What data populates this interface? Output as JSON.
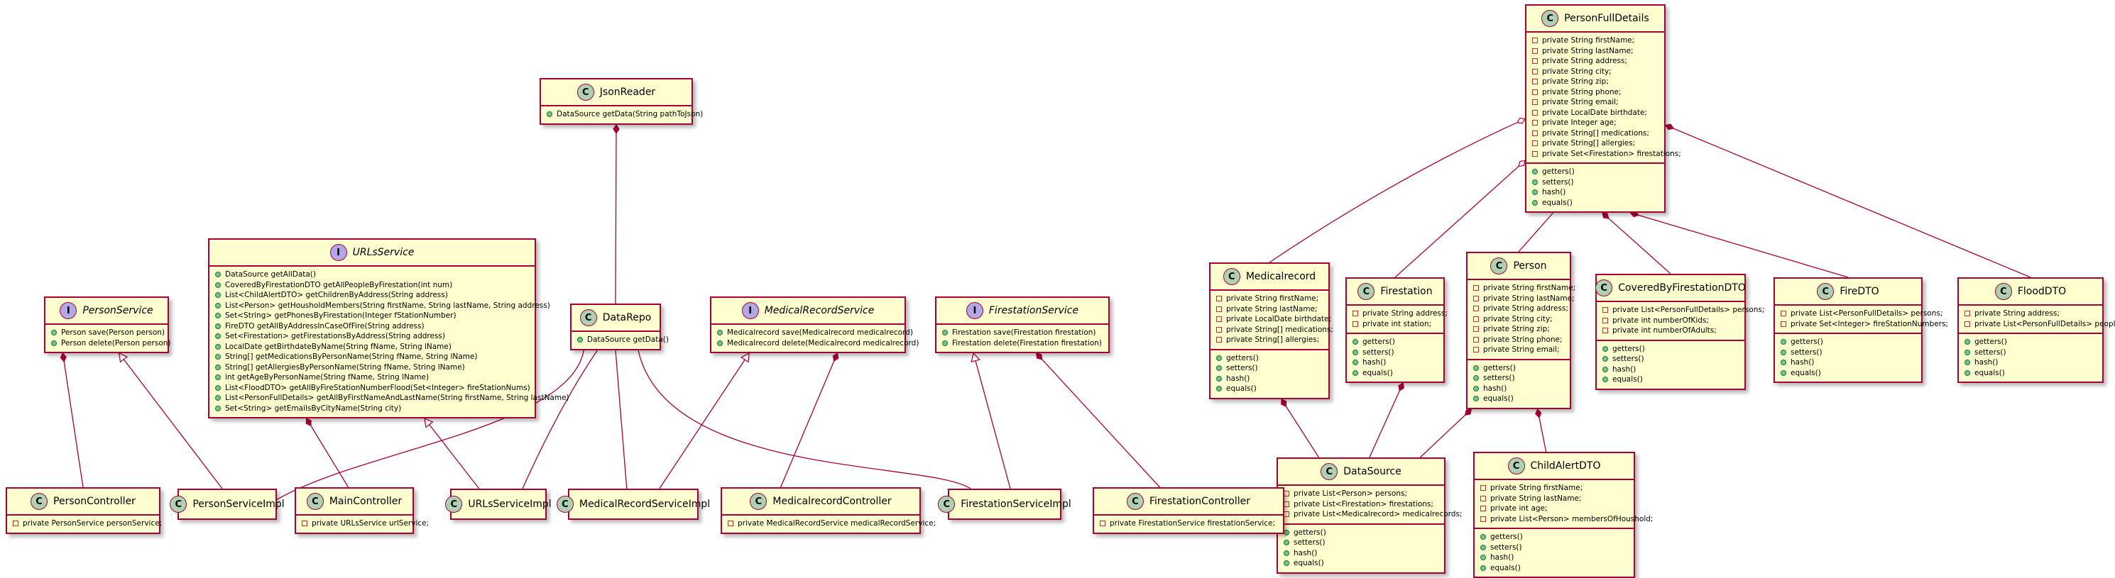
{
  "colors": {
    "border": "#a80036",
    "fill": "#fefece",
    "class_badge": "#add1b2",
    "interface_badge": "#b4a7e5",
    "private_marker": "#c82930",
    "public_marker": "#84be84"
  },
  "classes": {
    "personFullDetails": {
      "name": "PersonFullDetails",
      "kind": "C",
      "fields": [
        "private String firstName;",
        "private String lastName;",
        "private String address;",
        "private String city;",
        "private String zip;",
        "private String phone;",
        "private String email;",
        "private LocalDate birthdate;",
        "private Integer age;",
        "private String[] medications;",
        "private String[] allergies;",
        "private Set<Firestation> firestations;"
      ],
      "methods": [
        "getters()",
        "setters()",
        "hash()",
        "equals()"
      ]
    },
    "jsonReader": {
      "name": "JsonReader",
      "kind": "C",
      "fields": [],
      "methods": [
        "DataSource getData(String pathToJson)"
      ]
    },
    "urlsService": {
      "name": "URLsService",
      "kind": "I",
      "fields": [],
      "methods": [
        "DataSource getAllData()",
        "CoveredByFirestationDTO getAllPeopleByFirestation(int num)",
        "List<ChildAlertDTO> getChildrenByAddress(String address)",
        "List<Person> getHousholdMembers(String firstName, String lastName, String address)",
        "Set<String> getPhonesByFirestation(Integer fStationNumber)",
        "FireDTO getAllByAddressInCaseOfFire(String address)",
        "Set<Firestation> getFirestationsByAddress(String address)",
        "LocalDate getBirthdateByName(String fName, String lName)",
        "String[] getMedicationsByPersonName(String fName, String lName)",
        "String[] getAllergiesByPersonName(String fName, String lName)",
        "int getAgeByPersonName(String fName, String lName)",
        "List<FloodDTO> getAllByFireStationNumberFlood(Set<Integer> fireStationNums)",
        "List<PersonFullDetails> getAllByFirstNameAndLastName(String firstName, String lastName)",
        "Set<String> getEmailsByCityName(String city)"
      ]
    },
    "personService": {
      "name": "PersonService",
      "kind": "I",
      "fields": [],
      "methods": [
        "Person save(Person person)",
        "Person delete(Person person)"
      ]
    },
    "dataRepo": {
      "name": "DataRepo",
      "kind": "C",
      "fields": [],
      "methods": [
        "DataSource getData()"
      ]
    },
    "medicalRecordService": {
      "name": "MedicalRecordService",
      "kind": "I",
      "fields": [],
      "methods": [
        "Medicalrecord save(Medicalrecord medicalrecord)",
        "Medicalrecord delete(Medicalrecord medicalrecord)"
      ]
    },
    "firestationService": {
      "name": "FirestationService",
      "kind": "I",
      "fields": [],
      "methods": [
        "Firestation save(Firestation firestation)",
        "Firestation delete(Firestation firestation)"
      ]
    },
    "medicalrecord": {
      "name": "Medicalrecord",
      "kind": "C",
      "fields": [
        "private String firstName;",
        "private String lastName;",
        "private LocalDate birthdate;",
        "private String[] medications;",
        "private String[] allergies;"
      ],
      "methods": [
        "getters()",
        "setters()",
        "hash()",
        "equals()"
      ]
    },
    "firestation": {
      "name": "Firestation",
      "kind": "C",
      "fields": [
        "private String address;",
        "private int station;"
      ],
      "methods": [
        "getters()",
        "setters()",
        "hash()",
        "equals()"
      ]
    },
    "person": {
      "name": "Person",
      "kind": "C",
      "fields": [
        "private String firstName;",
        "private String lastName;",
        "private String address;",
        "private String city;",
        "private String zip;",
        "private String phone;",
        "private String email;"
      ],
      "methods": [
        "getters()",
        "setters()",
        "hash()",
        "equals()"
      ]
    },
    "coveredByFirestationDTO": {
      "name": "CoveredByFirestationDTO",
      "kind": "C",
      "fields": [
        "private List<PersonFullDetails> persons;",
        "private int numberOfKids;",
        "private int numberOfAdults;"
      ],
      "methods": [
        "getters()",
        "setters()",
        "hash()",
        "equals()"
      ]
    },
    "fireDTO": {
      "name": "FireDTO",
      "kind": "C",
      "fields": [
        "private List<PersonFullDetails> persons;",
        "private Set<Integer> fireStationNumbers;"
      ],
      "methods": [
        "getters()",
        "setters()",
        "hash()",
        "equals()"
      ]
    },
    "floodDTO": {
      "name": "FloodDTO",
      "kind": "C",
      "fields": [
        "private String address;",
        "private List<PersonFullDetails> people;"
      ],
      "methods": [
        "getters()",
        "setters()",
        "hash()",
        "equals()"
      ]
    },
    "dataSource": {
      "name": "DataSource",
      "kind": "C",
      "fields": [
        "private List<Person> persons;",
        "private List<Firestation> firestations;",
        "private List<Medicalrecord> medicalrecords;"
      ],
      "methods": [
        "getters()",
        "setters()",
        "hash()",
        "equals()"
      ]
    },
    "childAlertDTO": {
      "name": "ChildAlertDTO",
      "kind": "C",
      "fields": [
        "private String firstName;",
        "private String lastName;",
        "private int age;",
        "private List<Person> membersOfHoushold;"
      ],
      "methods": [
        "getters()",
        "setters()",
        "hash()",
        "equals()"
      ]
    },
    "personController": {
      "name": "PersonController",
      "kind": "C",
      "fields": [
        "private PersonService personService;"
      ],
      "methods": []
    },
    "personServiceImpl": {
      "name": "PersonServiceImpl",
      "kind": "C",
      "fields": [],
      "methods": []
    },
    "mainController": {
      "name": "MainController",
      "kind": "C",
      "fields": [
        "private URLsService urlService;"
      ],
      "methods": []
    },
    "urlsServiceImpl": {
      "name": "URLsServiceImpl",
      "kind": "C",
      "fields": [],
      "methods": []
    },
    "medicalRecordServiceImpl": {
      "name": "MedicalRecordServiceImpl",
      "kind": "C",
      "fields": [],
      "methods": []
    },
    "medicalrecordController": {
      "name": "MedicalrecordController",
      "kind": "C",
      "fields": [
        "private MedicalRecordService medicalRecordService;"
      ],
      "methods": []
    },
    "firestationServiceImpl": {
      "name": "FirestationServiceImpl",
      "kind": "C",
      "fields": [],
      "methods": []
    },
    "firestationController": {
      "name": "FirestationController",
      "kind": "C",
      "fields": [
        "private FirestationService firestationService;"
      ],
      "methods": []
    }
  },
  "relations": [
    {
      "from": "personFullDetails",
      "to": "medicalrecord",
      "type": "aggregation"
    },
    {
      "from": "personFullDetails",
      "to": "firestation",
      "type": "aggregation"
    },
    {
      "from": "personFullDetails",
      "to": "person",
      "type": "association"
    },
    {
      "from": "personFullDetails",
      "to": "coveredByFirestationDTO",
      "type": "composition"
    },
    {
      "from": "personFullDetails",
      "to": "fireDTO",
      "type": "composition"
    },
    {
      "from": "personFullDetails",
      "to": "floodDTO",
      "type": "composition"
    },
    {
      "from": "jsonReader",
      "to": "dataRepo",
      "type": "composition"
    },
    {
      "from": "personService",
      "to": "personController",
      "type": "composition"
    },
    {
      "from": "personService",
      "to": "personServiceImpl",
      "type": "realization"
    },
    {
      "from": "urlsService",
      "to": "mainController",
      "type": "composition"
    },
    {
      "from": "urlsService",
      "to": "urlsServiceImpl",
      "type": "realization"
    },
    {
      "from": "dataRepo",
      "to": "personServiceImpl",
      "type": "association"
    },
    {
      "from": "dataRepo",
      "to": "urlsServiceImpl",
      "type": "association"
    },
    {
      "from": "dataRepo",
      "to": "medicalRecordServiceImpl",
      "type": "association"
    },
    {
      "from": "dataRepo",
      "to": "firestationServiceImpl",
      "type": "association"
    },
    {
      "from": "medicalRecordService",
      "to": "medicalRecordServiceImpl",
      "type": "realization"
    },
    {
      "from": "medicalRecordService",
      "to": "medicalrecordController",
      "type": "composition"
    },
    {
      "from": "firestationService",
      "to": "firestationServiceImpl",
      "type": "realization"
    },
    {
      "from": "firestationService",
      "to": "firestationController",
      "type": "composition"
    },
    {
      "from": "medicalrecord",
      "to": "dataSource",
      "type": "composition"
    },
    {
      "from": "firestation",
      "to": "dataSource",
      "type": "composition"
    },
    {
      "from": "person",
      "to": "dataSource",
      "type": "composition"
    },
    {
      "from": "person",
      "to": "childAlertDTO",
      "type": "composition"
    }
  ]
}
